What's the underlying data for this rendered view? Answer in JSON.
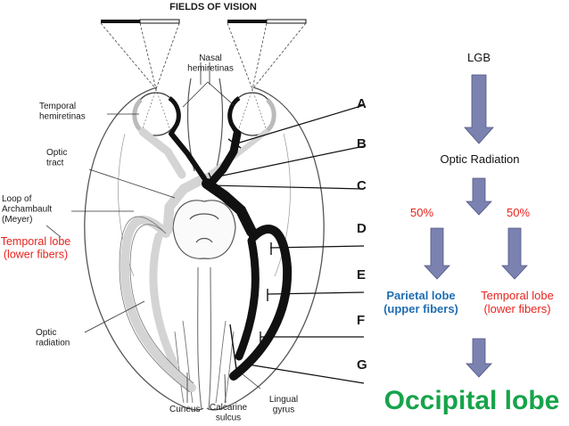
{
  "diagram": {
    "title": "FIELDS OF VISION",
    "labels": {
      "nasal": "Nasal\nhemiretinas",
      "temporal_hemiretinas": "Temporal\nhemiretinas",
      "optic_tract": "Optic\ntract",
      "loop": "Loop of\nArchambault\n(Meyer)",
      "temporal_lobe_left": "Temporal lobe\n(lower fibers)",
      "optic_radiation": "Optic\nradiation",
      "cuneus": "Cuneus",
      "calcarine": "Calcarine\nsulcus",
      "lingual": "Lingual\ngyrus"
    },
    "lesion_letters": [
      "A",
      "B",
      "C",
      "D",
      "E",
      "F",
      "G"
    ]
  },
  "flow": {
    "lgb": "LGB",
    "optic_radiation": "Optic Radiation",
    "pct_left": "50%",
    "pct_right": "50%",
    "parietal": "Parietal  lobe\n(upper fibers)",
    "temporal": "Temporal lobe\n(lower fibers)",
    "occipital": "Occipital lobe"
  },
  "colors": {
    "arrow": "#7b82b0",
    "red": "#e8231e",
    "blue": "#1f6db3",
    "green": "#16a34a",
    "pathway": "#111111",
    "shade": "#cfcfcf"
  }
}
